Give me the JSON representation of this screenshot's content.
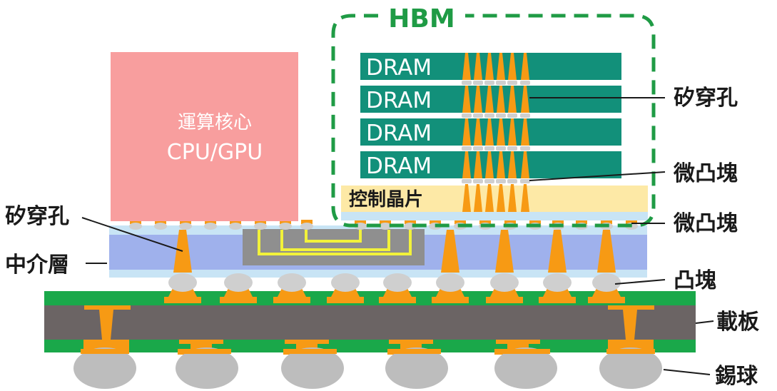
{
  "hbm": {
    "label": "HBM"
  },
  "dram_layers": [
    "DRAM",
    "DRAM",
    "DRAM",
    "DRAM"
  ],
  "controller": {
    "label": "控制晶片"
  },
  "compute": {
    "line1": "運算核心",
    "line2": "CPU/GPU"
  },
  "callouts": {
    "tsv_right": "矽穿孔",
    "microbump_upper": "微凸塊",
    "microbump_lower": "微凸塊",
    "bump": "凸塊",
    "substrate": "載板",
    "solder_ball": "錫球",
    "tsv_left": "矽穿孔",
    "interposer": "中介層"
  },
  "colors": {
    "dram": "#12907a",
    "controller": "#fde9a6",
    "compute": "#f89e9e",
    "interposer": "#9fb1ec",
    "interposer_layer": "#c8e4f5",
    "substrate_core": "#6b6464",
    "substrate_skin": "#1aa84a",
    "copper": "#f79a14",
    "bump": "#cfcfcf",
    "hbm_outline": "#1f9b45",
    "bridge": "#8f8f8f",
    "bridge_trace": "#f2f23a"
  }
}
